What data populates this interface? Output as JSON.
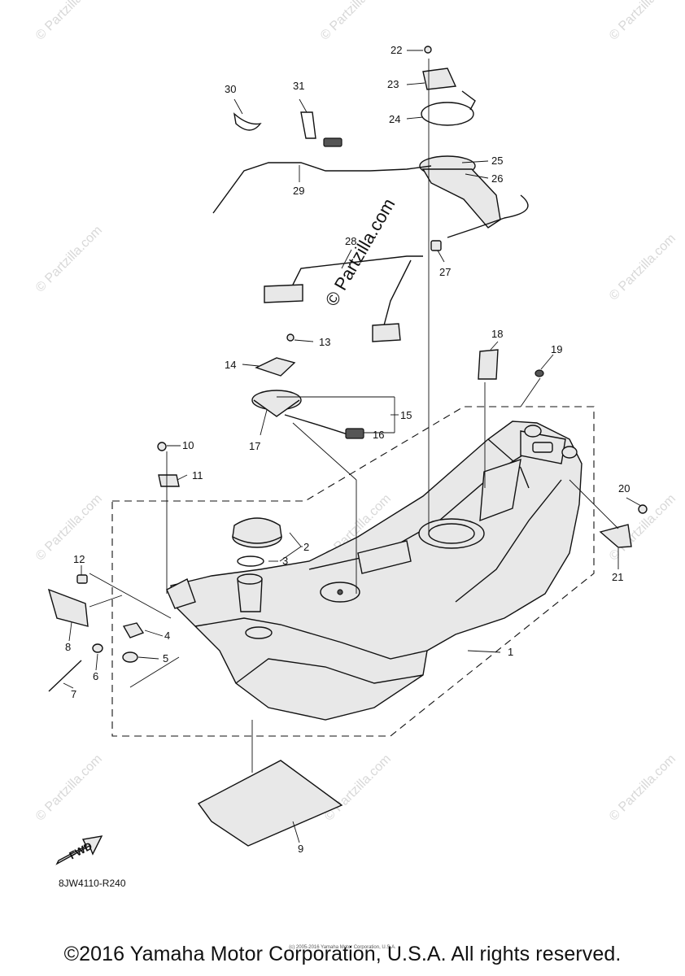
{
  "watermark": {
    "text": "© Partzilla.com",
    "primary_text": "© Partzilla.com"
  },
  "parts": [
    {
      "num": "1"
    },
    {
      "num": "2"
    },
    {
      "num": "3"
    },
    {
      "num": "4"
    },
    {
      "num": "5"
    },
    {
      "num": "6"
    },
    {
      "num": "7"
    },
    {
      "num": "8"
    },
    {
      "num": "9"
    },
    {
      "num": "10"
    },
    {
      "num": "11"
    },
    {
      "num": "12"
    },
    {
      "num": "13"
    },
    {
      "num": "14"
    },
    {
      "num": "15"
    },
    {
      "num": "16"
    },
    {
      "num": "17"
    },
    {
      "num": "18"
    },
    {
      "num": "19"
    },
    {
      "num": "20"
    },
    {
      "num": "21"
    },
    {
      "num": "22"
    },
    {
      "num": "23"
    },
    {
      "num": "24"
    },
    {
      "num": "25"
    },
    {
      "num": "26"
    },
    {
      "num": "27"
    },
    {
      "num": "28"
    },
    {
      "num": "29"
    },
    {
      "num": "30"
    },
    {
      "num": "31"
    }
  ],
  "fwd_label": "FWD",
  "diagram_code": "8JW4110-R240",
  "small_print": "(c) 2005-2016 Yamaha Motor Corporation, U.S.A.",
  "copyright": "©2016 Yamaha Motor Corporation, U.S.A. All rights reserved."
}
